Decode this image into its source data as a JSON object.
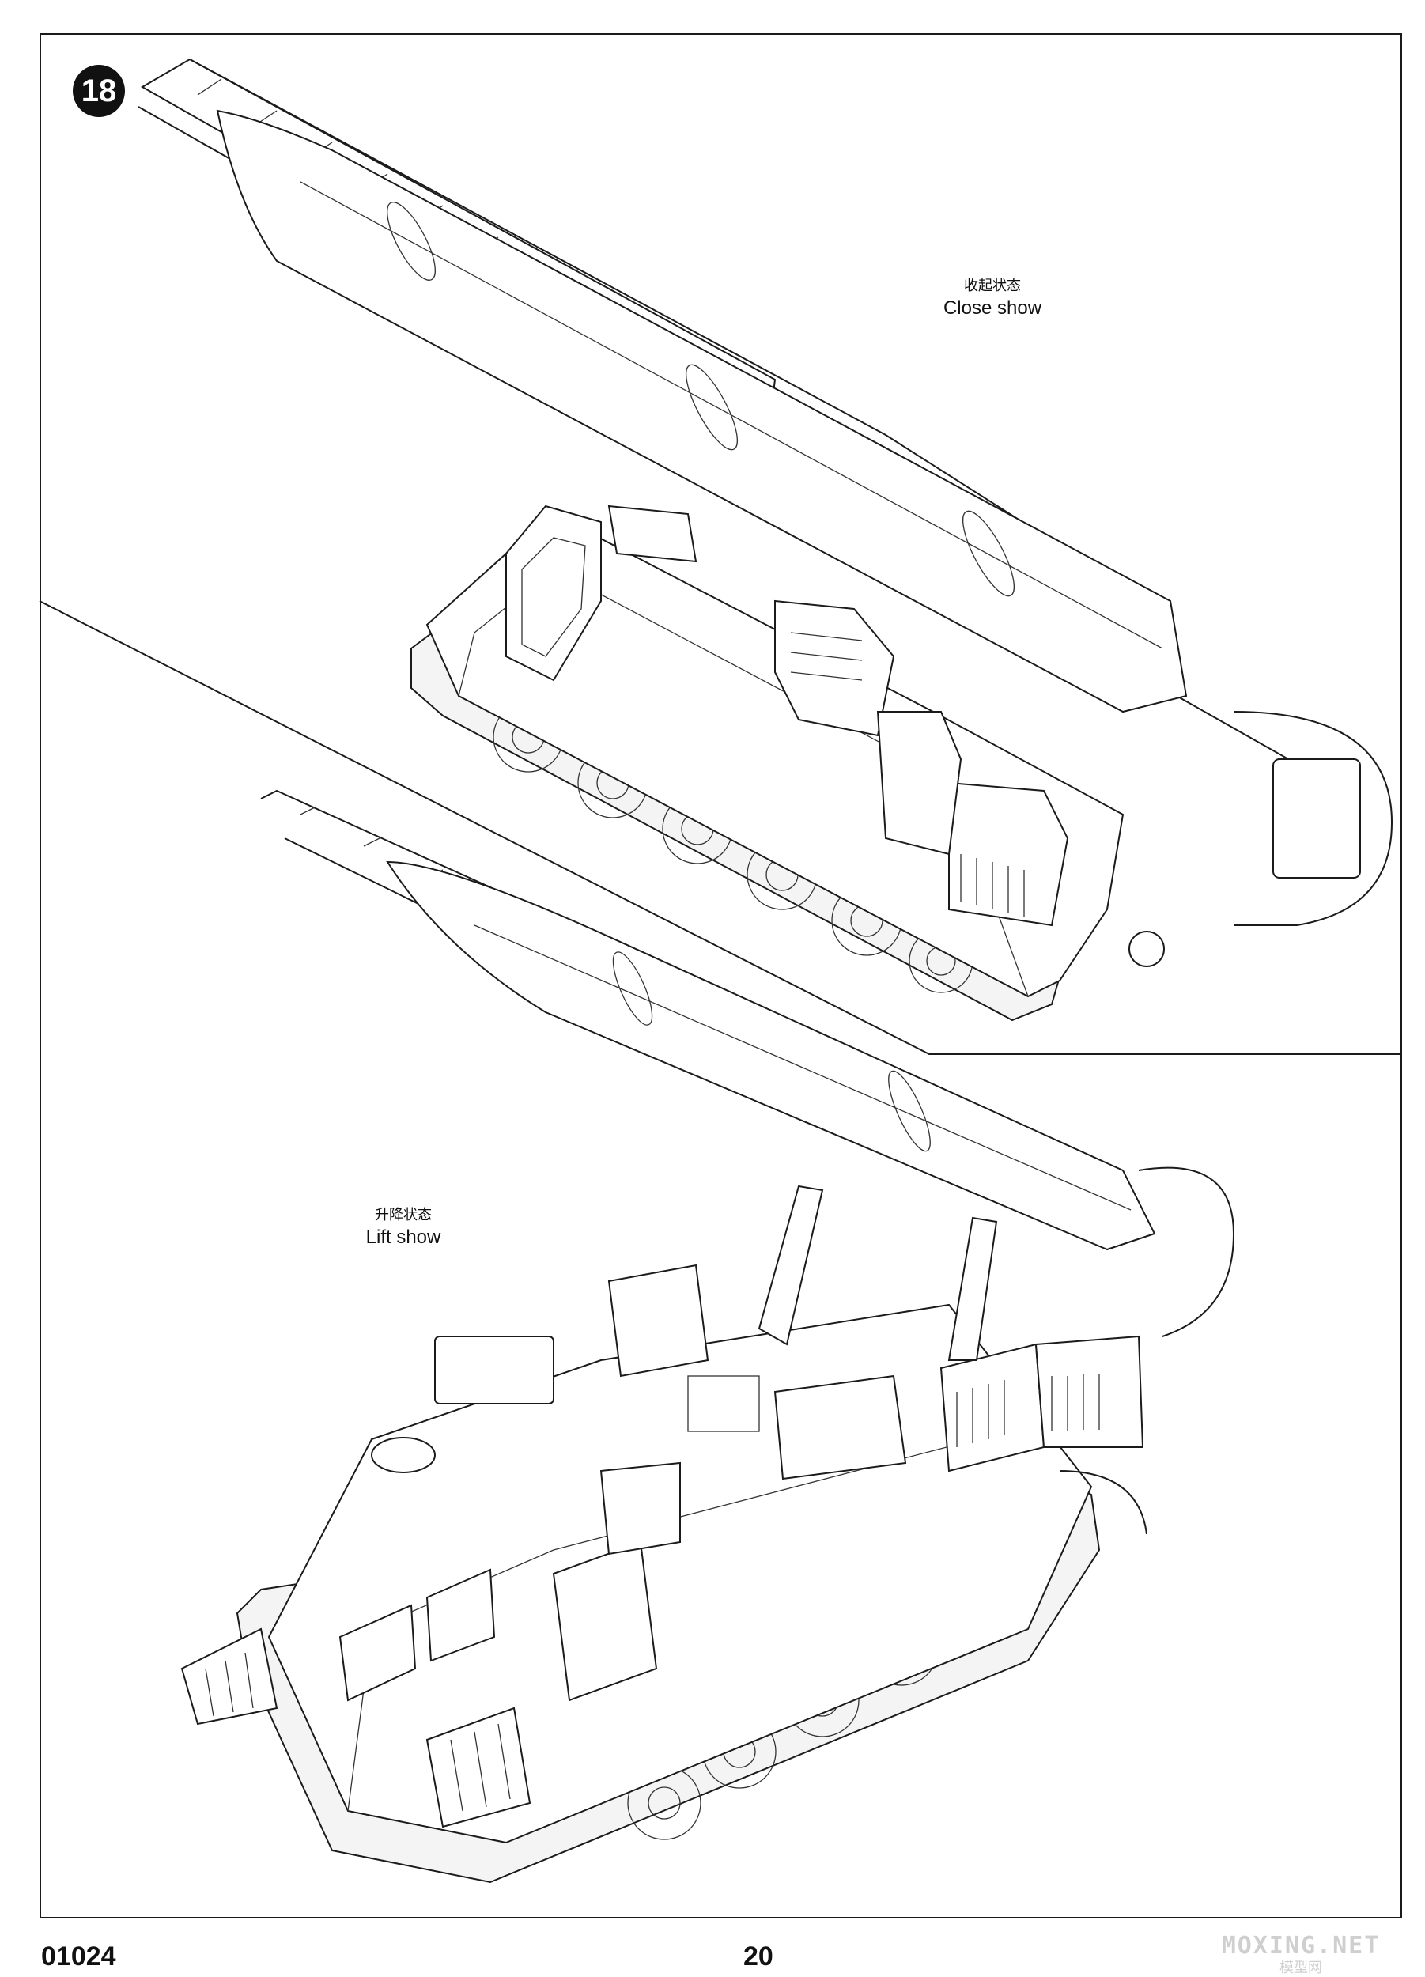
{
  "step": {
    "number": "18"
  },
  "views": {
    "close": {
      "caption_zh": "收起状态",
      "caption_en": "Close show"
    },
    "lift": {
      "caption_zh": "升降状态",
      "caption_en": "Lift show"
    }
  },
  "footer": {
    "product_code": "01024",
    "page_number": "20"
  },
  "watermark": {
    "line1": "MOXING.NET",
    "line2": "模型网"
  }
}
